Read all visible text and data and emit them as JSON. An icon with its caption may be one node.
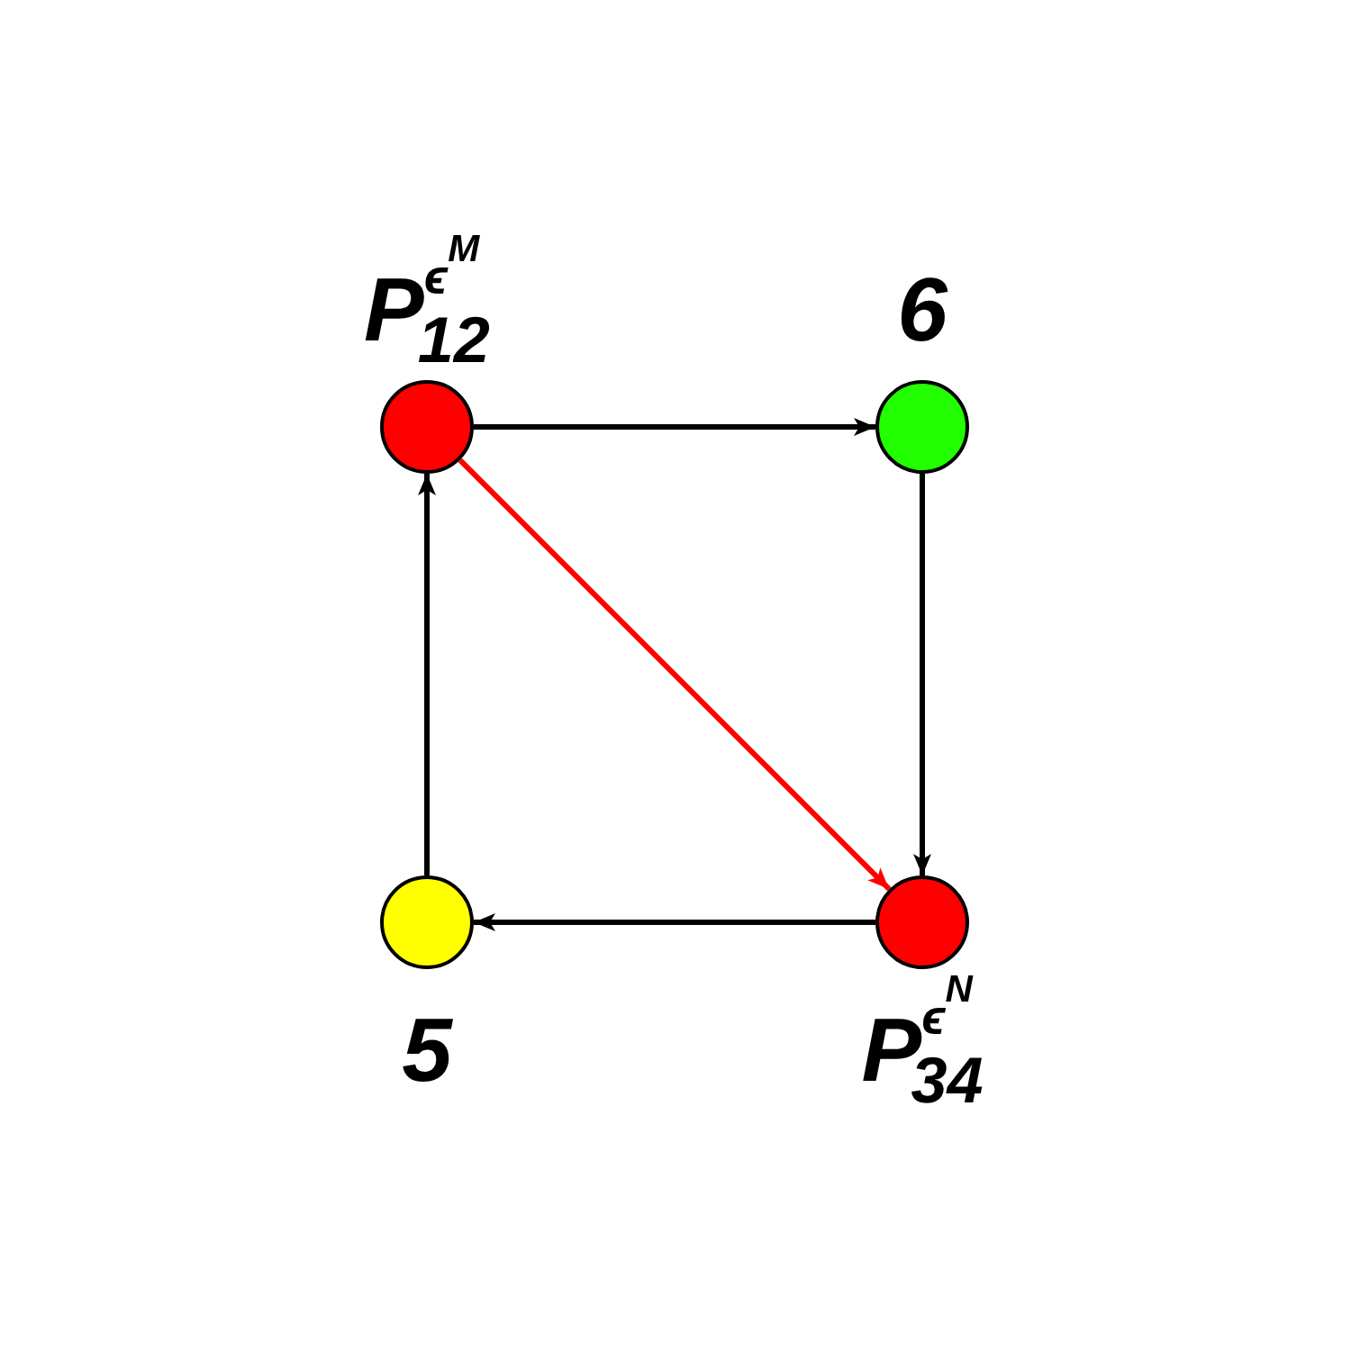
{
  "diagram": {
    "nodes": [
      {
        "text": [
          "P$^{ϵ}$$^{M}$$_{12}$"
        ]
      },
      {
        "text": [
          "6"
        ]
      },
      {
        "text": [
          "5"
        ]
      },
      {
        "text": [
          "P$^{ϵ}$$^{N}$$_{34}$"
        ]
      }
    ],
    "edges": [
      {
        "from": 0,
        "to": 1,
        "arrow": "to"
      },
      {
        "from": 1,
        "to": 3,
        "arrow": "to"
      },
      {
        "from": 3,
        "to": 2,
        "arrow": "to"
      },
      {
        "from": 2,
        "to": 0,
        "arrow": "to"
      },
      {
        "from": 0,
        "to": 3,
        "arrow": "to",
        "color": "#ff0000"
      }
    ]
  }
}
